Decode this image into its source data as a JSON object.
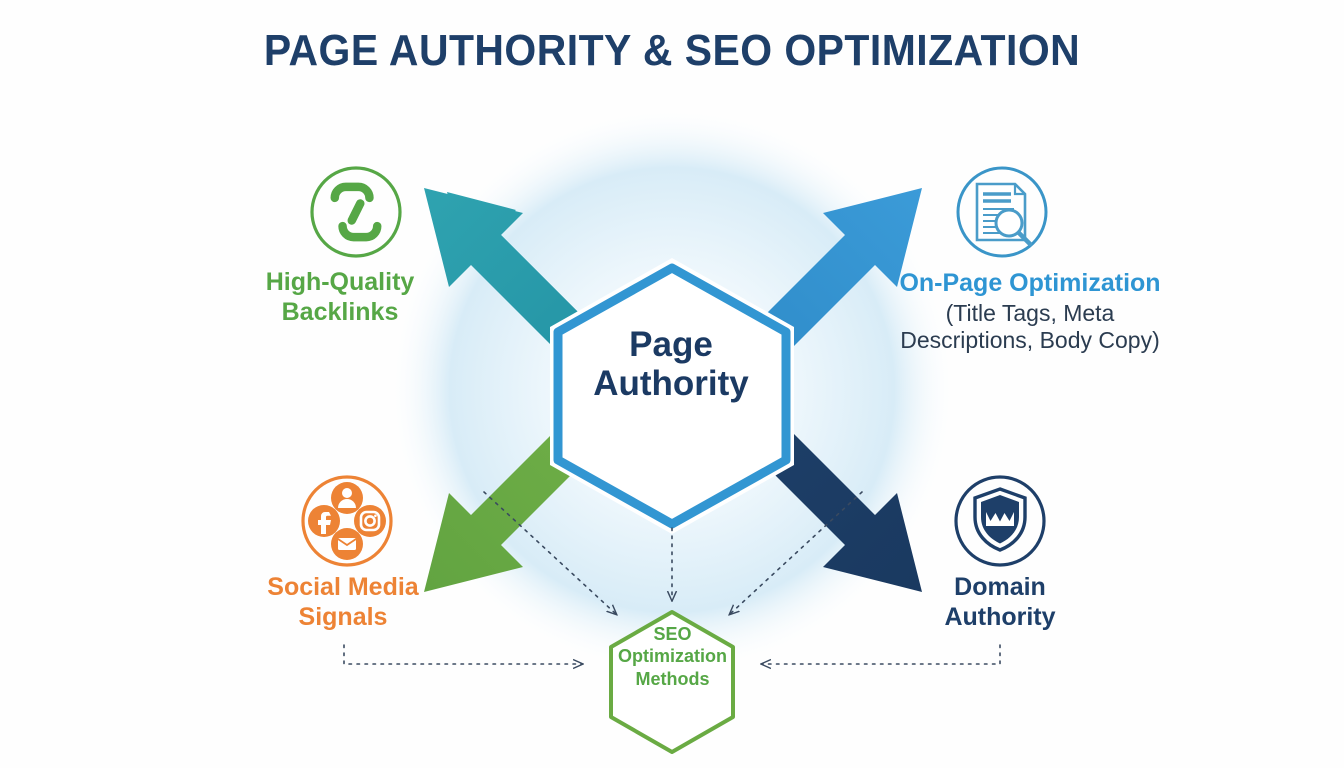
{
  "page": {
    "title": "PAGE AUTHORITY & SEO OPTIMIZATION",
    "background_color": "#fefefe"
  },
  "colors": {
    "navy": "#1e3f69",
    "center_navy": "#1b3a63",
    "green": "#56a746",
    "arrow_green": "#6aab43",
    "orange": "#ed8335",
    "blue": "#2e95d3",
    "arrow_blue": "#3291ce",
    "teal": "#2a99a8",
    "arrow_navy": "#1e4068",
    "hex_border_blue": "#3296d2",
    "body_text": "#2b3c50",
    "dotted_line": "#3a4a60"
  },
  "center": {
    "label": "Page\nAuthority",
    "shape": "hexagon",
    "border_color": "#3296d2"
  },
  "bottom_hub": {
    "label": "SEO\nOptimization\nMethods",
    "shape": "hexagon",
    "border_color": "#6aab43"
  },
  "nodes": [
    {
      "id": "backlinks",
      "label": "High-Quality\nBacklinks",
      "icon": "chain-link-icon",
      "color": "#56a746",
      "arrow_color": "#2a99a8",
      "position": "top-left"
    },
    {
      "id": "on-page-optimization",
      "label": "On-Page Optimization",
      "sublabel": "(Title Tags, Meta\nDescriptions, Body Copy)",
      "icon": "document-search-icon",
      "color": "#2e95d3",
      "arrow_color": "#3291ce",
      "position": "top-right"
    },
    {
      "id": "social-media-signals",
      "label": "Social Media\nSignals",
      "icon": "social-media-icon",
      "color": "#ed8335",
      "arrow_color": "#6aab43",
      "position": "bottom-left"
    },
    {
      "id": "domain-authority",
      "label": "Domain\nAuthority",
      "icon": "shield-crown-icon",
      "color": "#1e3f69",
      "arrow_color": "#1e4068",
      "position": "bottom-right"
    }
  ],
  "connectors": {
    "style": "dotted",
    "description": "dotted arrows from each node and from Page Authority into SEO Optimization Methods"
  }
}
